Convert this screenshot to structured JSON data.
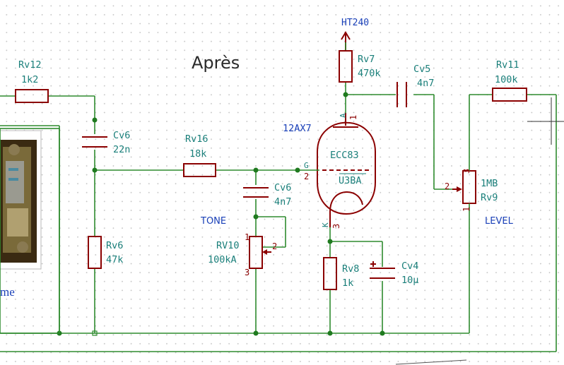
{
  "title": "Après",
  "labels": {
    "tone": "TONE",
    "level": "LEVEL",
    "photo_caption": "me"
  },
  "components": {
    "rv12": {
      "ref": "Rv12",
      "value": "1k2"
    },
    "cv6a": {
      "ref": "Cv6",
      "value": "22n"
    },
    "rv6": {
      "ref": "Rv6",
      "value": "47k"
    },
    "rv16": {
      "ref": "Rv16",
      "value": "18k"
    },
    "cv6b": {
      "ref": "Cv6",
      "value": "4n7"
    },
    "rv10": {
      "ref": "RV10",
      "value": "100kA",
      "pins": [
        "1",
        "2",
        "3"
      ]
    },
    "ht": {
      "ref": "HT240"
    },
    "rv7": {
      "ref": "Rv7",
      "value": "470k"
    },
    "cv5": {
      "ref": "Cv5",
      "value": "4n7"
    },
    "tube": {
      "model": "12AX7",
      "type": "ECC83",
      "ref": "U3BA",
      "anode_name": "A",
      "anode_pin": "1",
      "grid_name": "G",
      "grid_pin": "2",
      "cathode_name": "K",
      "cathode_pin": "3"
    },
    "rv8": {
      "ref": "Rv8",
      "value": "1k"
    },
    "cv4": {
      "ref": "Cv4",
      "value": "10µ"
    },
    "rv9": {
      "ref": "Rv9",
      "value": "1MB",
      "pins": [
        "1",
        "2",
        "3"
      ]
    },
    "rv11": {
      "ref": "Rv11",
      "value": "100k"
    }
  },
  "colors": {
    "wire": "#2e8b2e",
    "component": "#8b0000",
    "label": "#1a7f7a",
    "annotation": "#1a40b8"
  }
}
